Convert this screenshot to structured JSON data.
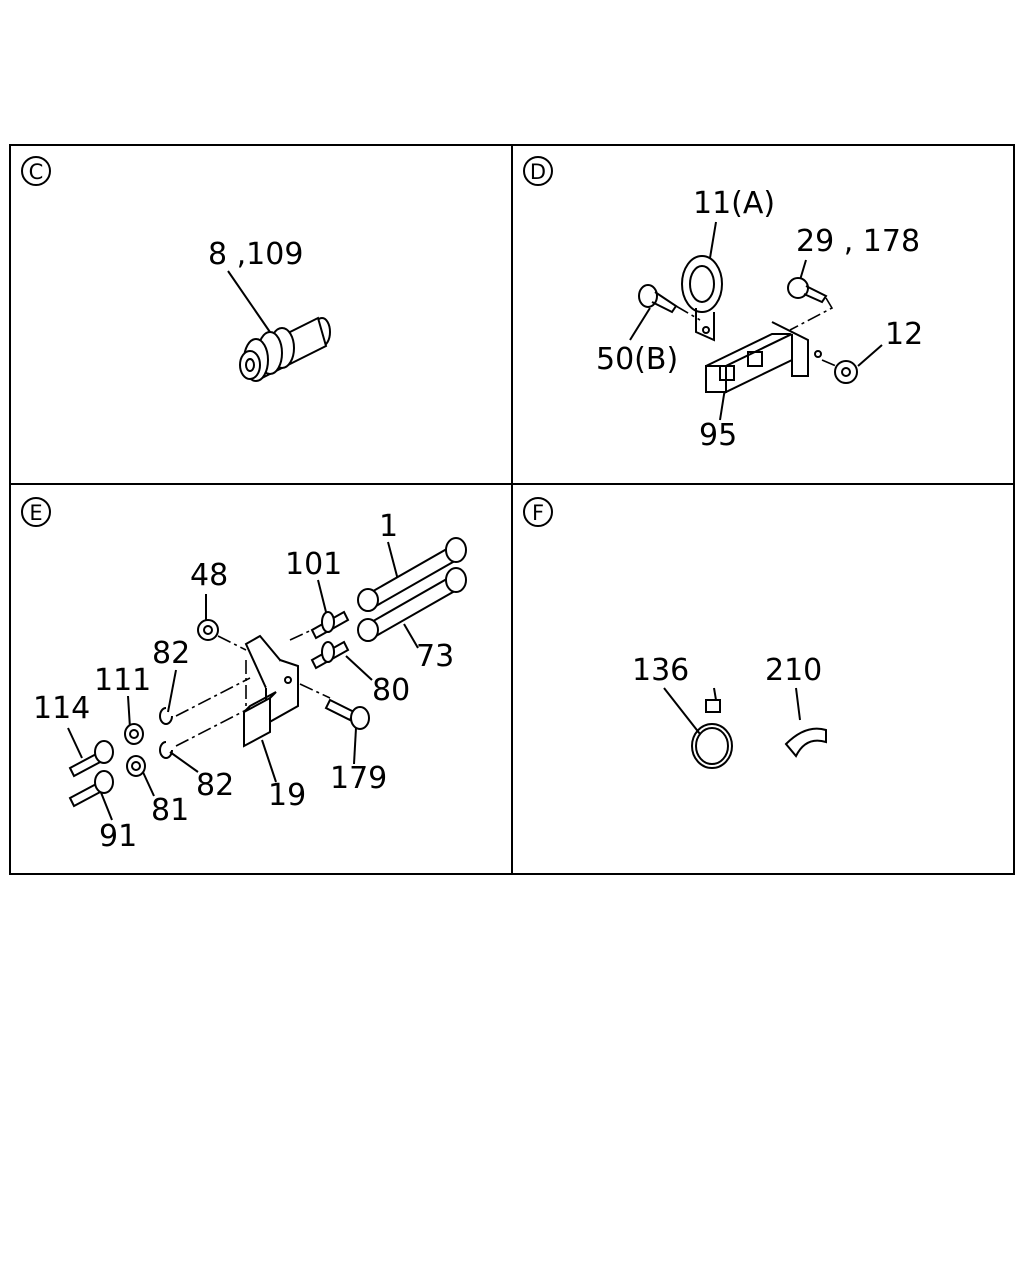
{
  "panels": [
    {
      "id": "C",
      "callouts": [
        "8 ,109"
      ]
    },
    {
      "id": "D",
      "callouts": [
        "11(A)",
        "29 , 178",
        "50(B)",
        "12",
        "95"
      ]
    },
    {
      "id": "E",
      "callouts": [
        "1",
        "48",
        "101",
        "82",
        "111",
        "73",
        "114",
        "80",
        "179",
        "82",
        "19",
        "81",
        "91"
      ]
    },
    {
      "id": "F",
      "callouts": [
        "136",
        "210"
      ]
    }
  ]
}
